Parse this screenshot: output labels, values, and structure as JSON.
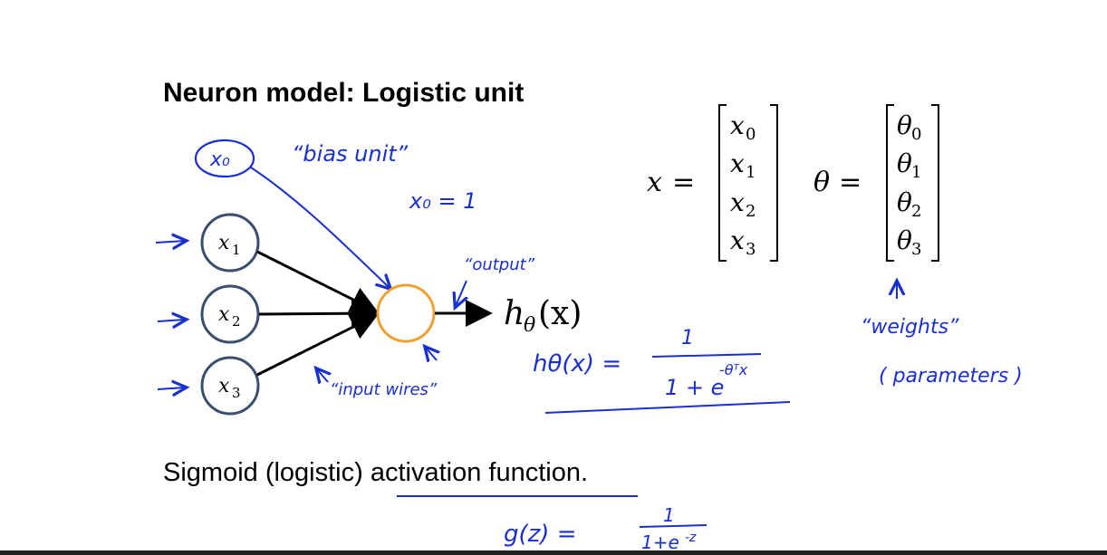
{
  "slide": {
    "title": "Neuron model: Logistic unit",
    "footer_text": "Sigmoid (logistic) activation function."
  },
  "neuron": {
    "bias_label": "x₀",
    "inputs": [
      {
        "var": "x",
        "sub": "1"
      },
      {
        "var": "x",
        "sub": "2"
      },
      {
        "var": "x",
        "sub": "3"
      }
    ],
    "output_label_main": "h",
    "output_label_sub": "θ",
    "output_label_arg": "(x)"
  },
  "vectors": {
    "x": {
      "name": "x",
      "entries": [
        {
          "var": "x",
          "sub": "0"
        },
        {
          "var": "x",
          "sub": "1"
        },
        {
          "var": "x",
          "sub": "2"
        },
        {
          "var": "x",
          "sub": "3"
        }
      ]
    },
    "theta": {
      "name": "θ",
      "entries": [
        {
          "var": "θ",
          "sub": "0"
        },
        {
          "var": "θ",
          "sub": "1"
        },
        {
          "var": "θ",
          "sub": "2"
        },
        {
          "var": "θ",
          "sub": "3"
        }
      ]
    },
    "equals": "="
  },
  "annotations": {
    "bias_unit": "“bias unit”",
    "x0_eq_1": "x₀ = 1",
    "output": "“output”",
    "input_wires": "“input wires”",
    "weights": "“weights”",
    "parameters": "( parameters )",
    "hypothesis_lhs": "hθ(x) =",
    "hypothesis_num": "1",
    "hypothesis_den": "1 + e",
    "hypothesis_exp": "-θᵀx",
    "g_lhs": "g(z) =",
    "g_num": "1",
    "g_den": "1+e",
    "g_exp": "-z"
  },
  "colors": {
    "ink_blue": "#1a2fd0",
    "neuron_orange": "#f0a030",
    "node_stroke": "#3a4f6e",
    "black": "#000000"
  }
}
